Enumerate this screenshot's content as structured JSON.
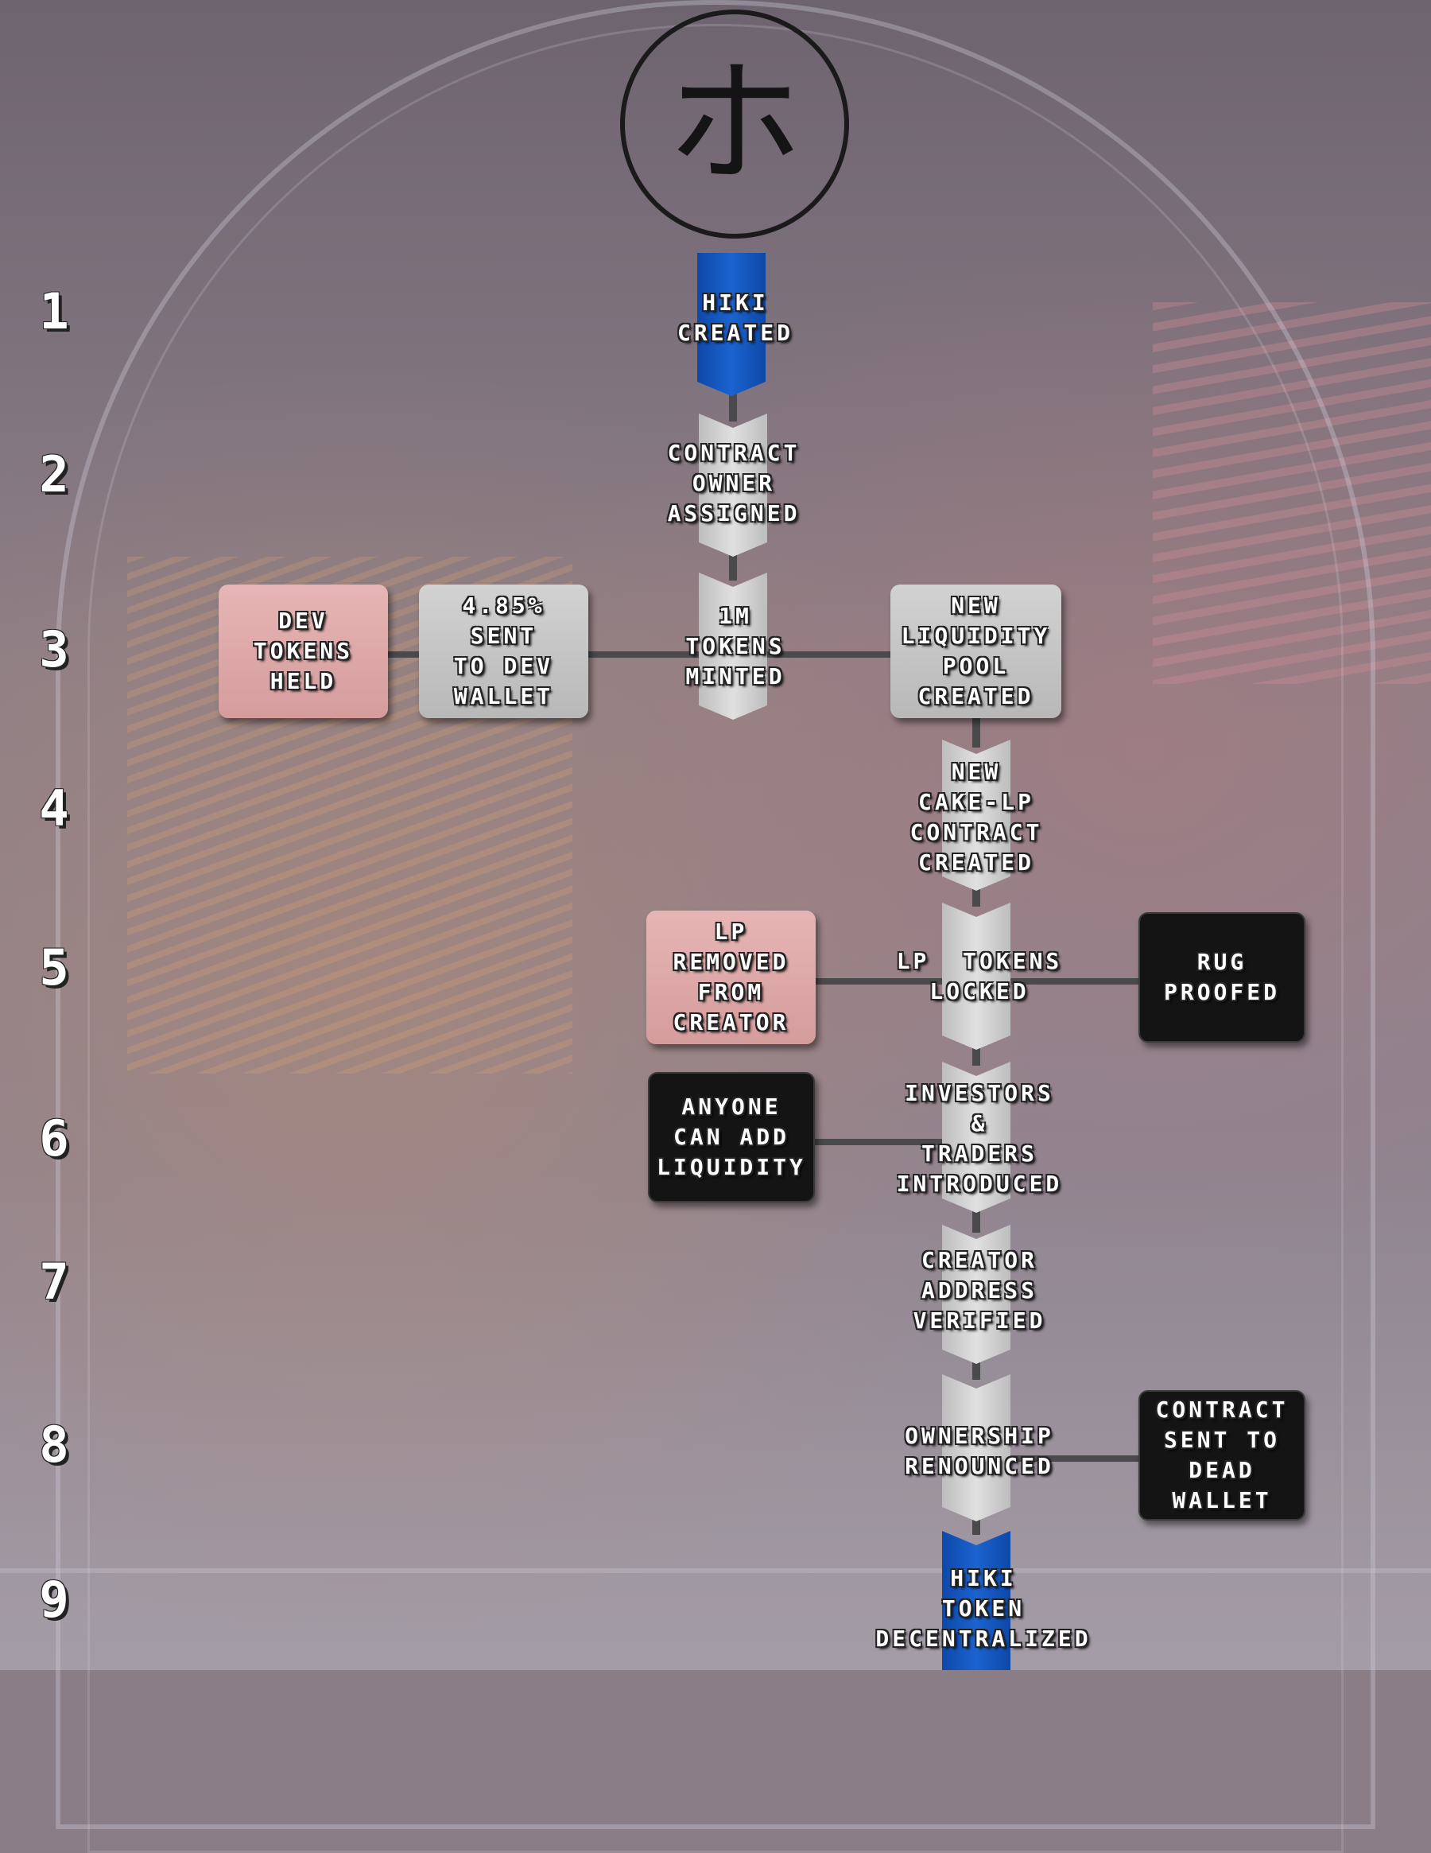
{
  "logo": {
    "glyph": "ホ"
  },
  "step_numbers": [
    "1",
    "2",
    "3",
    "4",
    "5",
    "6",
    "7",
    "8",
    "9"
  ],
  "flow_steps": [
    {
      "label": "HIKI\nCREATED",
      "color": "#1b63d0"
    },
    {
      "label": "CONTRACT\nOWNER\nASSIGNED",
      "color": "#d0d0d0"
    },
    {
      "label": "1M\nTOKENS\nMINTED",
      "color": "#d0d0d0"
    },
    {
      "label": "NEW\nCAKE-LP\nCONTRACT\nCREATED",
      "color": "#d0d0d0"
    },
    {
      "label": "LP  TOKENS\nLOCKED",
      "color": "#d0d0d0"
    },
    {
      "label": "INVESTORS\n&\nTRADERS\nINTRODUCED",
      "color": "#d0d0d0"
    },
    {
      "label": "CREATOR\nADDRESS\nVERIFIED",
      "color": "#d0d0d0"
    },
    {
      "label": "OWNERSHIP\nRENOUNCED",
      "color": "#d0d0d0"
    },
    {
      "label": "HIKI\nTOKEN\nDECENTRALIZED",
      "color": "#1b63d0"
    }
  ],
  "side_boxes": {
    "dev_tokens_held": "DEV\nTOKENS\nHELD",
    "sent_to_dev_wallet": "4.85%\nSENT\nTO DEV\nWALLET",
    "new_liquidity_pool": "NEW\nLIQUIDITY\nPOOL\nCREATED",
    "lp_removed": "LP\nREMOVED\nFROM\nCREATOR",
    "rug_proofed": "RUG\nPROOFED",
    "anyone_can_add": "ANYONE\nCAN ADD\nLIQUIDITY",
    "contract_dead_wallet": "CONTRACT\nSENT TO\nDEAD\nWALLET"
  },
  "colors": {
    "chevron_blue": "#1b63d0",
    "chevron_gray": "#d0d0d0",
    "box_pink": "#e0aaaa",
    "box_gray": "#c8c8c8",
    "box_black": "#141414"
  }
}
